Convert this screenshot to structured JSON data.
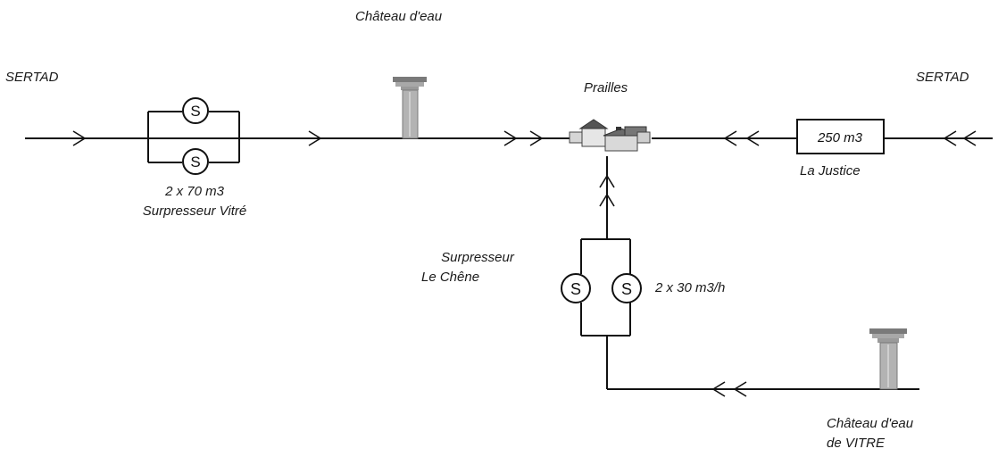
{
  "labels": {
    "sertad_left": "SERTAD",
    "sertad_right": "SERTAD",
    "chateau_top": "Château d'eau",
    "prailles": "Prailles",
    "tank_capacity": "250 m3",
    "la_justice": "La Justice",
    "vitre_capacity": "2 x 70 m3",
    "vitre_name": "Surpresseur Vitré",
    "chene_line1": "Surpresseur",
    "chene_line2": "Le Chêne",
    "chene_capacity": "2 x 30 m3/h",
    "chateau_bottom_line1": "Château d'eau",
    "chateau_bottom_line2": "de VITRE"
  },
  "pump_symbol": "S",
  "colors": {
    "line": "#111111",
    "tower_fill": "#b3b3b3",
    "tower_cap": "#8a8a8a",
    "buildings": "#9a9a9a"
  },
  "icons": {
    "pump": "pump-icon",
    "water_tower": "water-tower-icon",
    "village": "village-icon"
  }
}
